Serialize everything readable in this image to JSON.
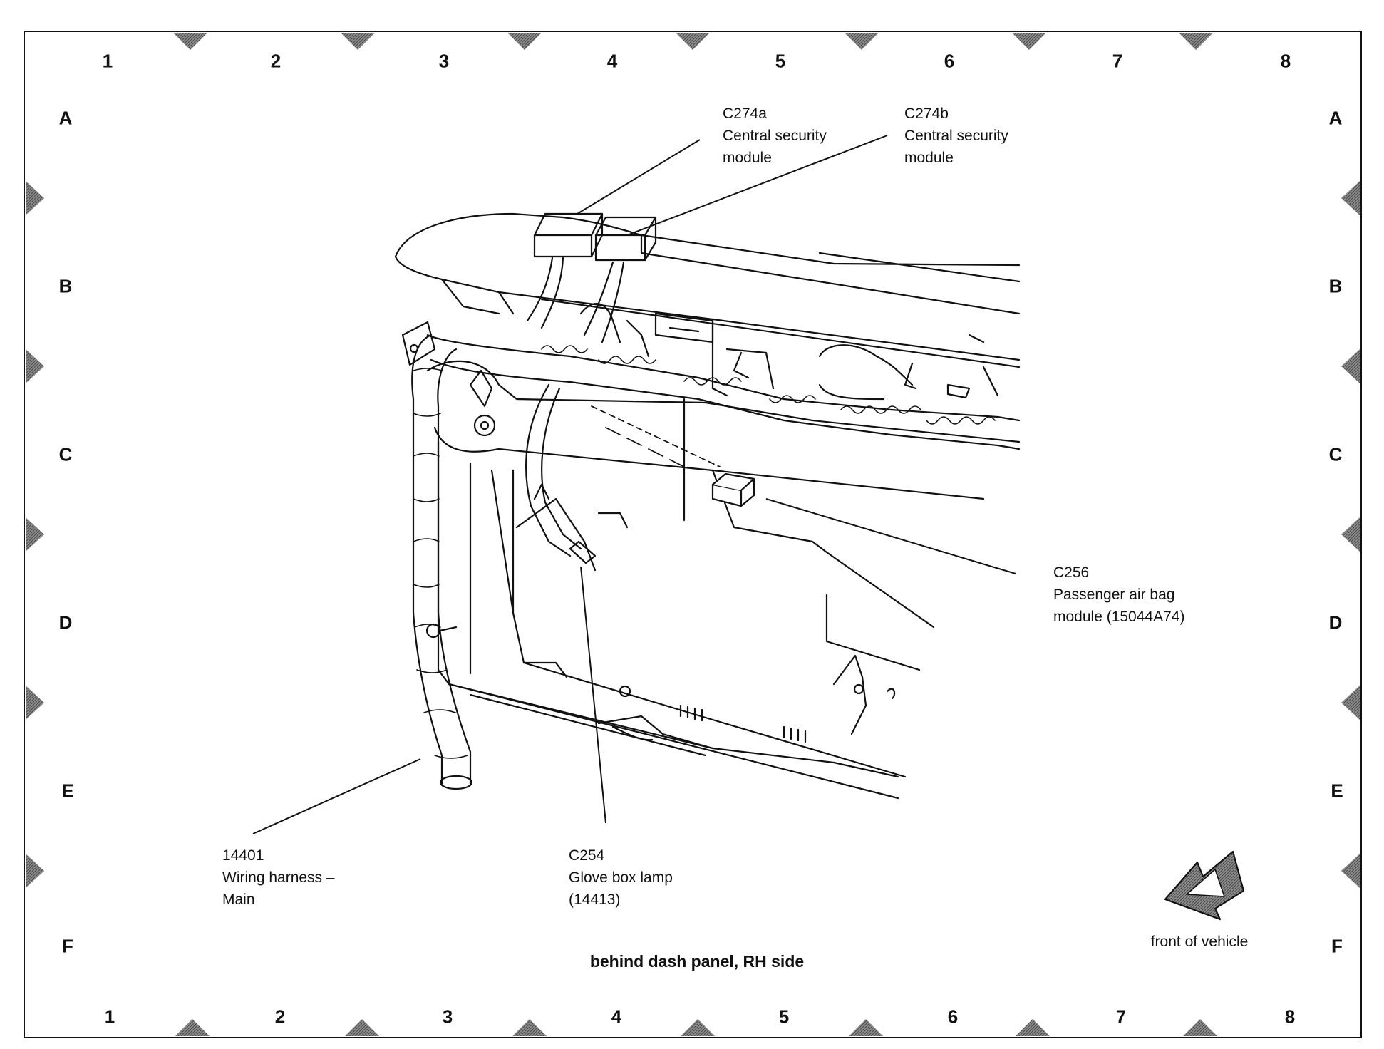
{
  "grid": {
    "columns": [
      "1",
      "2",
      "3",
      "4",
      "5",
      "6",
      "7",
      "8"
    ],
    "rows": [
      "A",
      "B",
      "C",
      "D",
      "E",
      "F"
    ]
  },
  "callouts": {
    "c274a": {
      "code": "C274a",
      "line1": "Central security",
      "line2": "module"
    },
    "c274b": {
      "code": "C274b",
      "line1": "Central security",
      "line2": "module"
    },
    "c256": {
      "code": "C256",
      "line1": "Passenger air bag",
      "line2": "module (15044A74)"
    },
    "harness": {
      "code": "14401",
      "line1": "Wiring harness –",
      "line2": "Main"
    },
    "c254": {
      "code": "C254",
      "line1": "Glove box lamp",
      "line2": "(14413)"
    }
  },
  "caption": "behind dash panel, RH side",
  "front_of_vehicle": "front of vehicle",
  "colors": {
    "line": "#111111",
    "marker": "#6b6b6b",
    "background": "#ffffff"
  },
  "icons": {
    "direction": "front-arrow-icon"
  }
}
